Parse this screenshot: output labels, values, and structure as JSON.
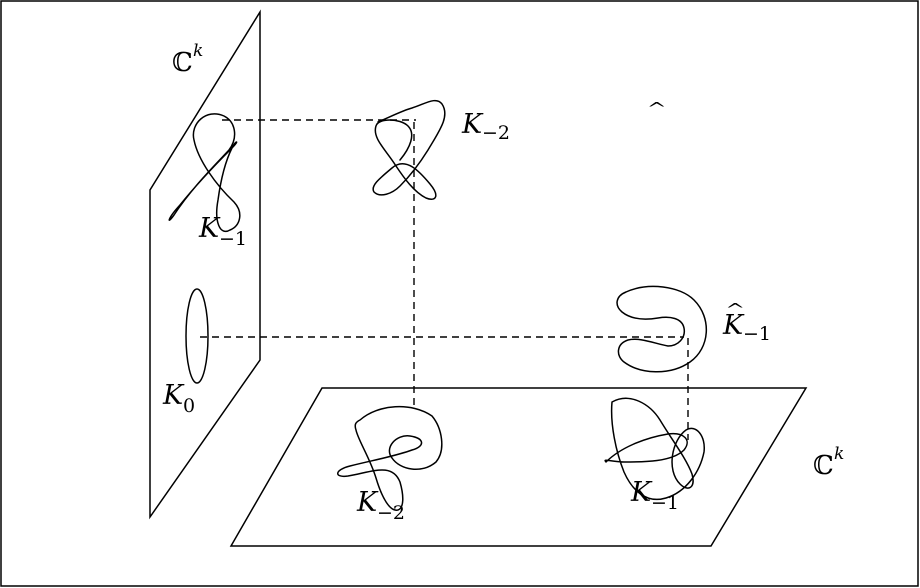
{
  "labels": {
    "plane_vertical": {
      "base": "ℂ",
      "sup": "k"
    },
    "plane_horizontal": {
      "base": "ℂ",
      "sup": "k"
    },
    "k_hat_minus_2": {
      "base": "K",
      "hat": "^",
      "sub": "−2"
    },
    "k_hat_minus_1": {
      "base": "K",
      "hat": "^",
      "sub": "−1"
    },
    "k_minus_1_vertical": {
      "base": "K",
      "sub": "−1"
    },
    "k_zero": {
      "base": "K",
      "sub": "0"
    },
    "k_minus_2_horizontal": {
      "base": "K",
      "sub": "−2"
    },
    "k_minus_1_horizontal": {
      "base": "K",
      "sub": "−1"
    }
  }
}
